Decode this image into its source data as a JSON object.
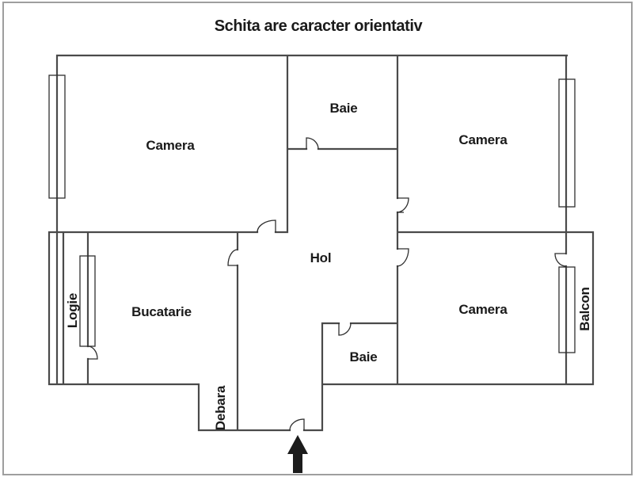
{
  "title": "Schita are caracter orientativ",
  "rooms": {
    "camera_top_left": "Camera",
    "baie_top": "Baie",
    "camera_top_right": "Camera",
    "bucatarie": "Bucatarie",
    "hol": "Hol",
    "camera_bottom_right": "Camera",
    "baie_bottom": "Baie",
    "debara": "Debara",
    "logie": "Logie",
    "balcon": "Balcon"
  },
  "icons": {
    "entrance_arrow": "up-arrow"
  },
  "colors": {
    "background": "#ffffff",
    "outer_border": "#9e9e9e",
    "wall": "#4a4a4a",
    "detail": "#2f2f2f",
    "text": "#1a1a1a",
    "arrow": "#1c1c1c"
  }
}
